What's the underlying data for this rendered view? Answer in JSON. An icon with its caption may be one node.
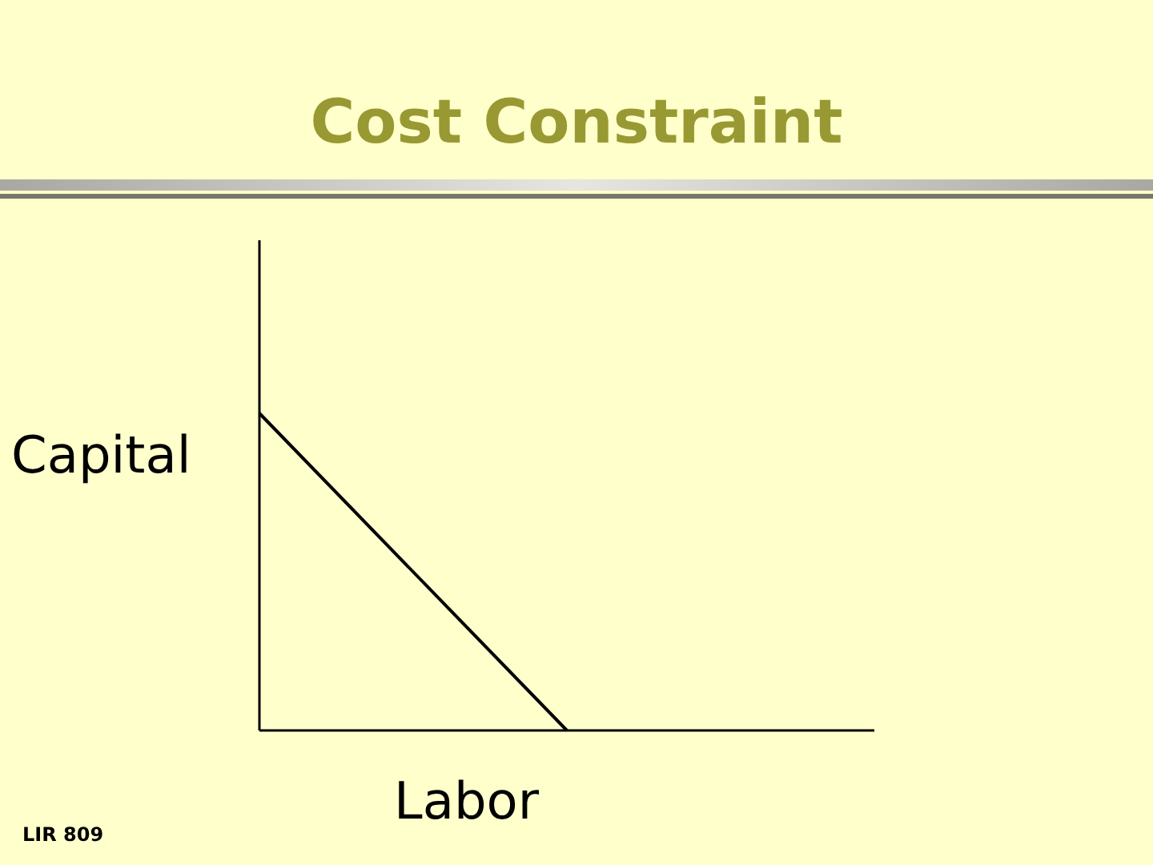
{
  "diagram": {
    "title": "Cost Constraint",
    "labels": [
      "Capital",
      "Labor",
      "LIR 809"
    ]
  }
}
